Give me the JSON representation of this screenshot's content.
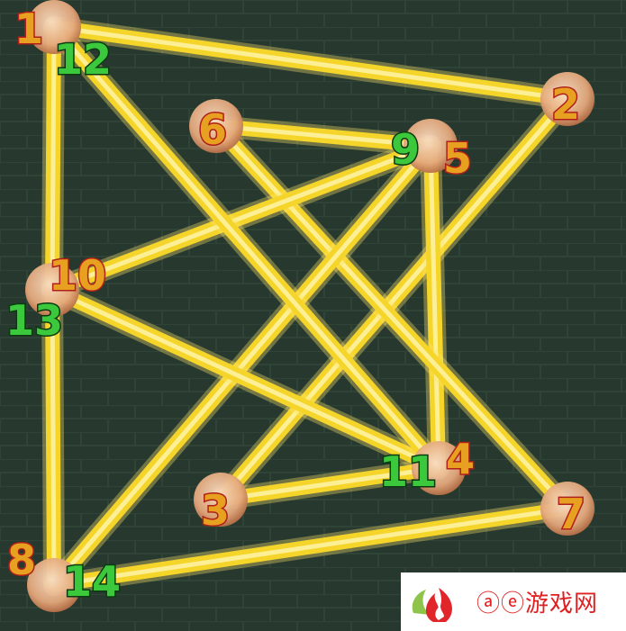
{
  "game": {
    "name": "one-stroke-line-puzzle",
    "colors": {
      "board": "#27392f",
      "line": "#f5d52a",
      "line_glow": "#ffe46a",
      "dot": "#e8b48a",
      "red_num": "#e8a020",
      "red_outline": "#b0201a",
      "green_num": "#3cc83c",
      "green_outline": "#0b3a10"
    },
    "dots": [
      {
        "id": "A",
        "labels": [
          {
            "text": "1",
            "color": "red"
          },
          {
            "text": "12",
            "color": "green"
          }
        ]
      },
      {
        "id": "B",
        "labels": [
          {
            "text": "2",
            "color": "red"
          }
        ]
      },
      {
        "id": "C",
        "labels": [
          {
            "text": "6",
            "color": "red"
          }
        ]
      },
      {
        "id": "D",
        "labels": [
          {
            "text": "9",
            "color": "green"
          },
          {
            "text": "5",
            "color": "red"
          }
        ]
      },
      {
        "id": "E",
        "labels": [
          {
            "text": "10",
            "color": "red"
          },
          {
            "text": "13",
            "color": "green"
          }
        ]
      },
      {
        "id": "F",
        "labels": [
          {
            "text": "11",
            "color": "green"
          },
          {
            "text": "4",
            "color": "red"
          }
        ]
      },
      {
        "id": "G",
        "labels": [
          {
            "text": "3",
            "color": "red"
          }
        ]
      },
      {
        "id": "H",
        "labels": [
          {
            "text": "7",
            "color": "red"
          }
        ]
      },
      {
        "id": "I",
        "labels": [
          {
            "text": "8",
            "color": "red"
          },
          {
            "text": "14",
            "color": "green"
          }
        ]
      }
    ],
    "edges": [
      [
        "A",
        "B"
      ],
      [
        "B",
        "G"
      ],
      [
        "G",
        "F"
      ],
      [
        "F",
        "D"
      ],
      [
        "D",
        "C"
      ],
      [
        "C",
        "H"
      ],
      [
        "H",
        "I"
      ],
      [
        "I",
        "D"
      ],
      [
        "D",
        "E"
      ],
      [
        "E",
        "F"
      ],
      [
        "F",
        "A"
      ],
      [
        "A",
        "E"
      ],
      [
        "E",
        "I"
      ]
    ]
  },
  "watermark": {
    "text": "ⓐⓔ游戏网"
  }
}
